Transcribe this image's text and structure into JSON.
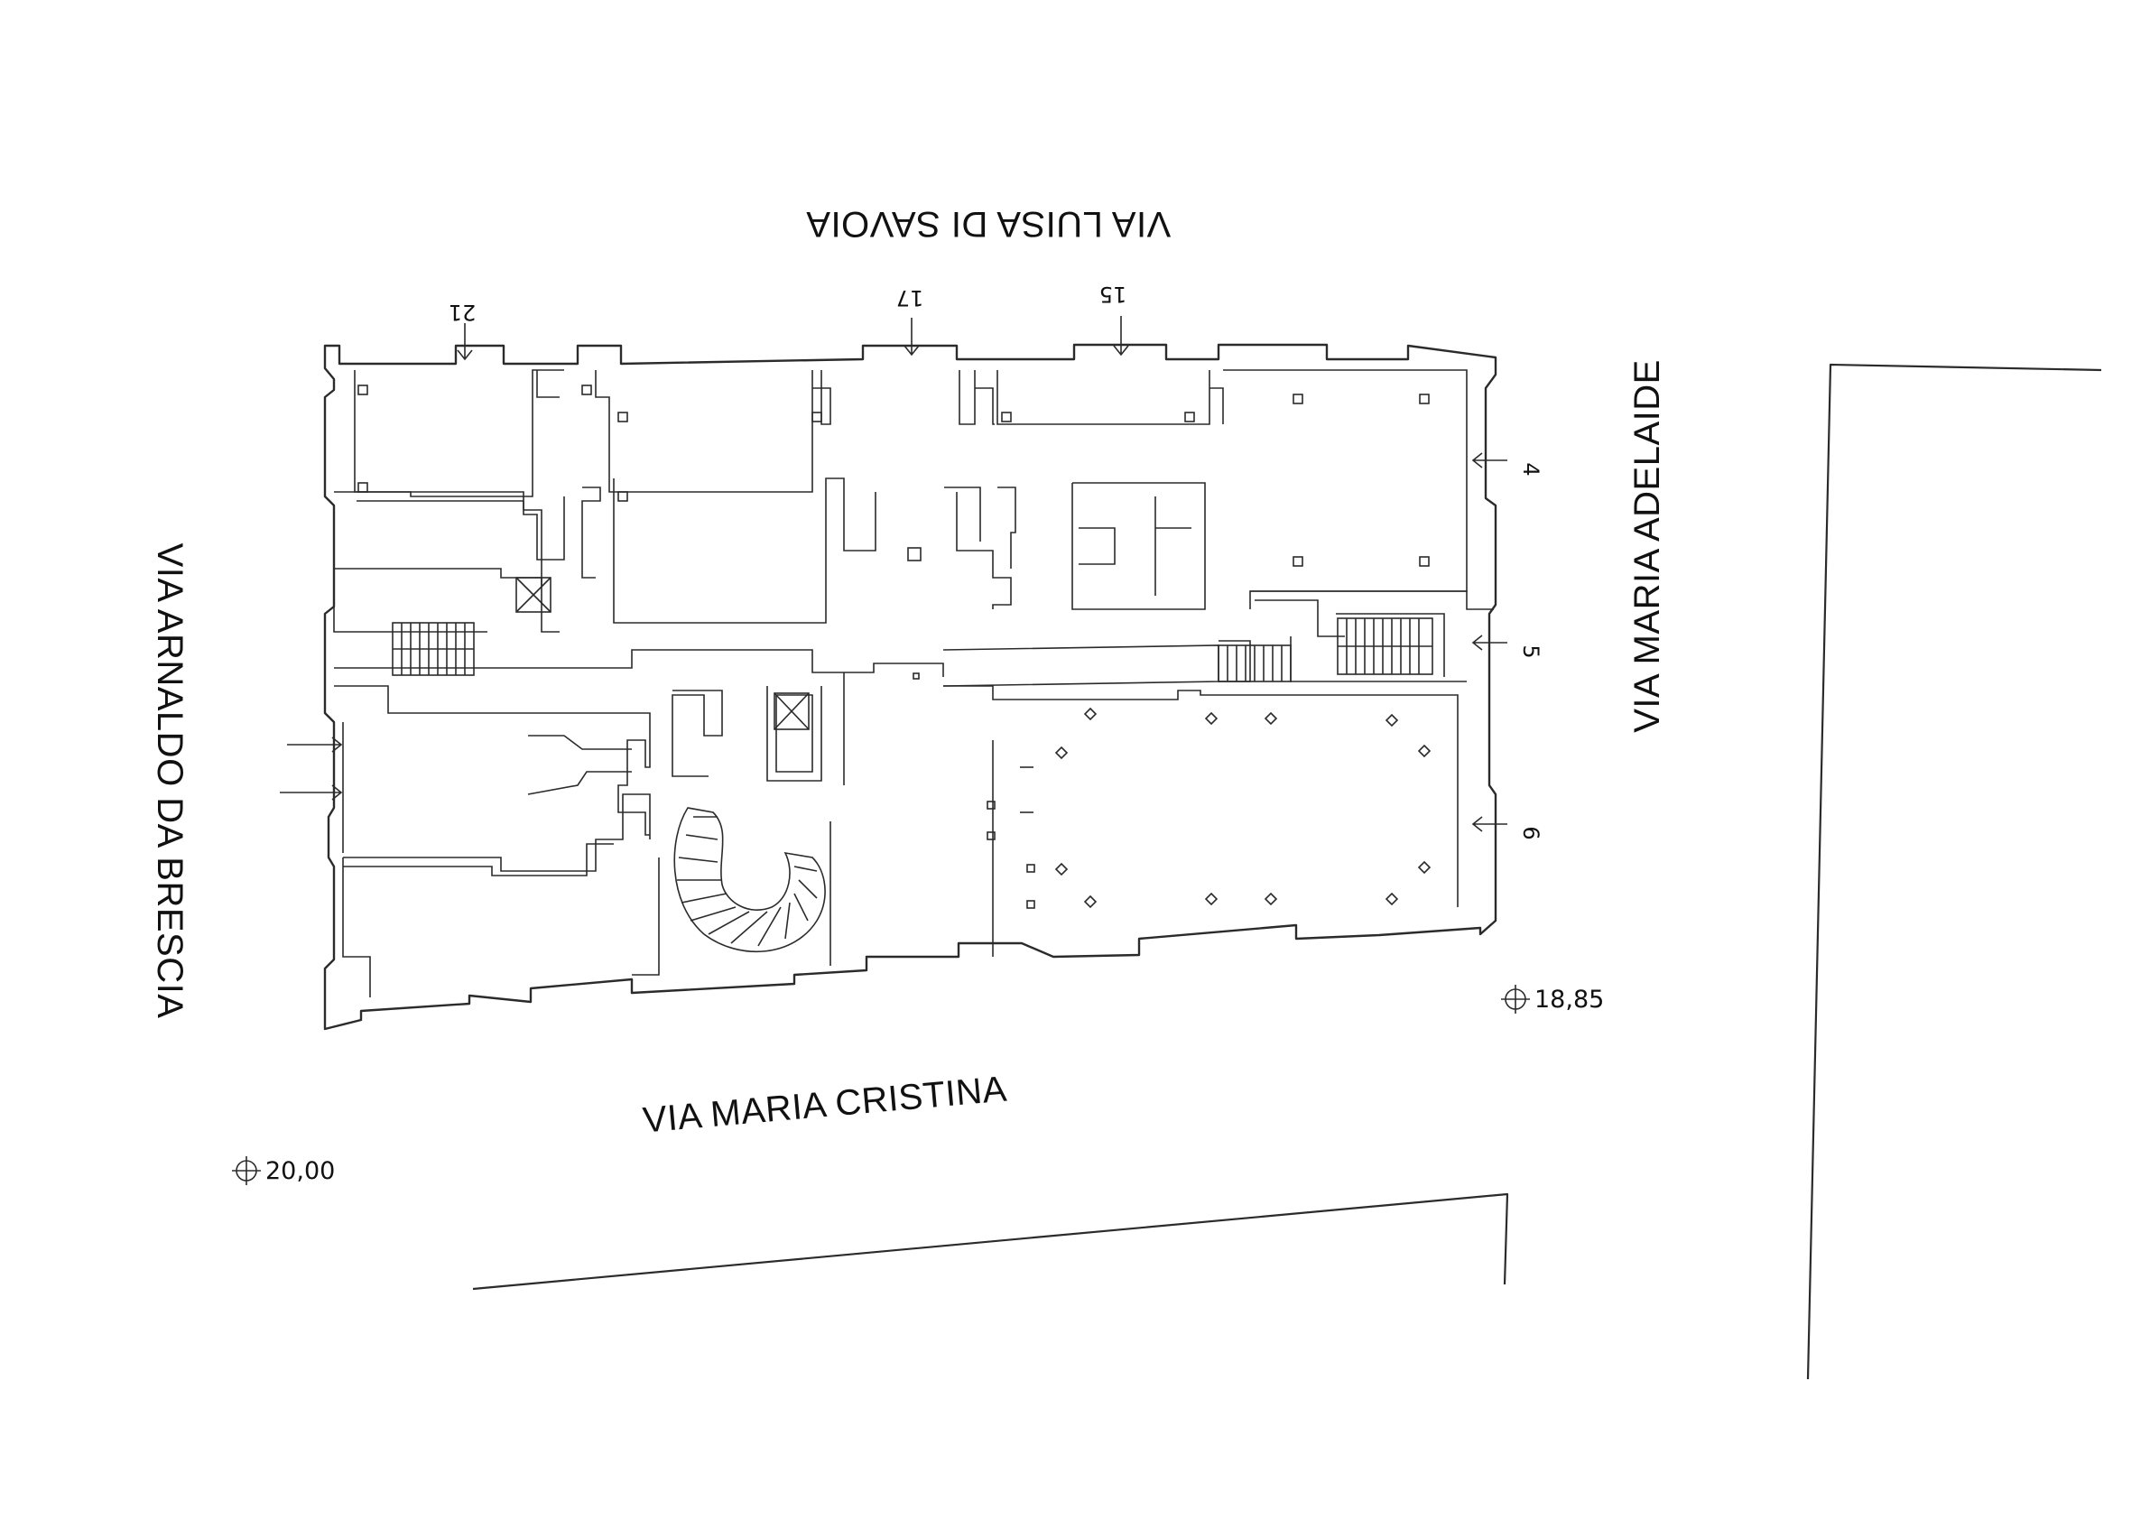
{
  "streets": {
    "north": "VIA LUISA DI SAVOIA",
    "west": "VIA ARNALDO DA BRESCIA",
    "east": "VIA MARIA ADELAIDE",
    "south": "VIA MARIA CRISTINA"
  },
  "entrances": {
    "north": [
      "21",
      "17",
      "15"
    ],
    "east": [
      "4",
      "5",
      "6"
    ]
  },
  "elevations": {
    "east_corner": "18,85",
    "south_west": "20,00"
  },
  "colors": {
    "line": "#2b2b2b",
    "background": "#ffffff"
  }
}
